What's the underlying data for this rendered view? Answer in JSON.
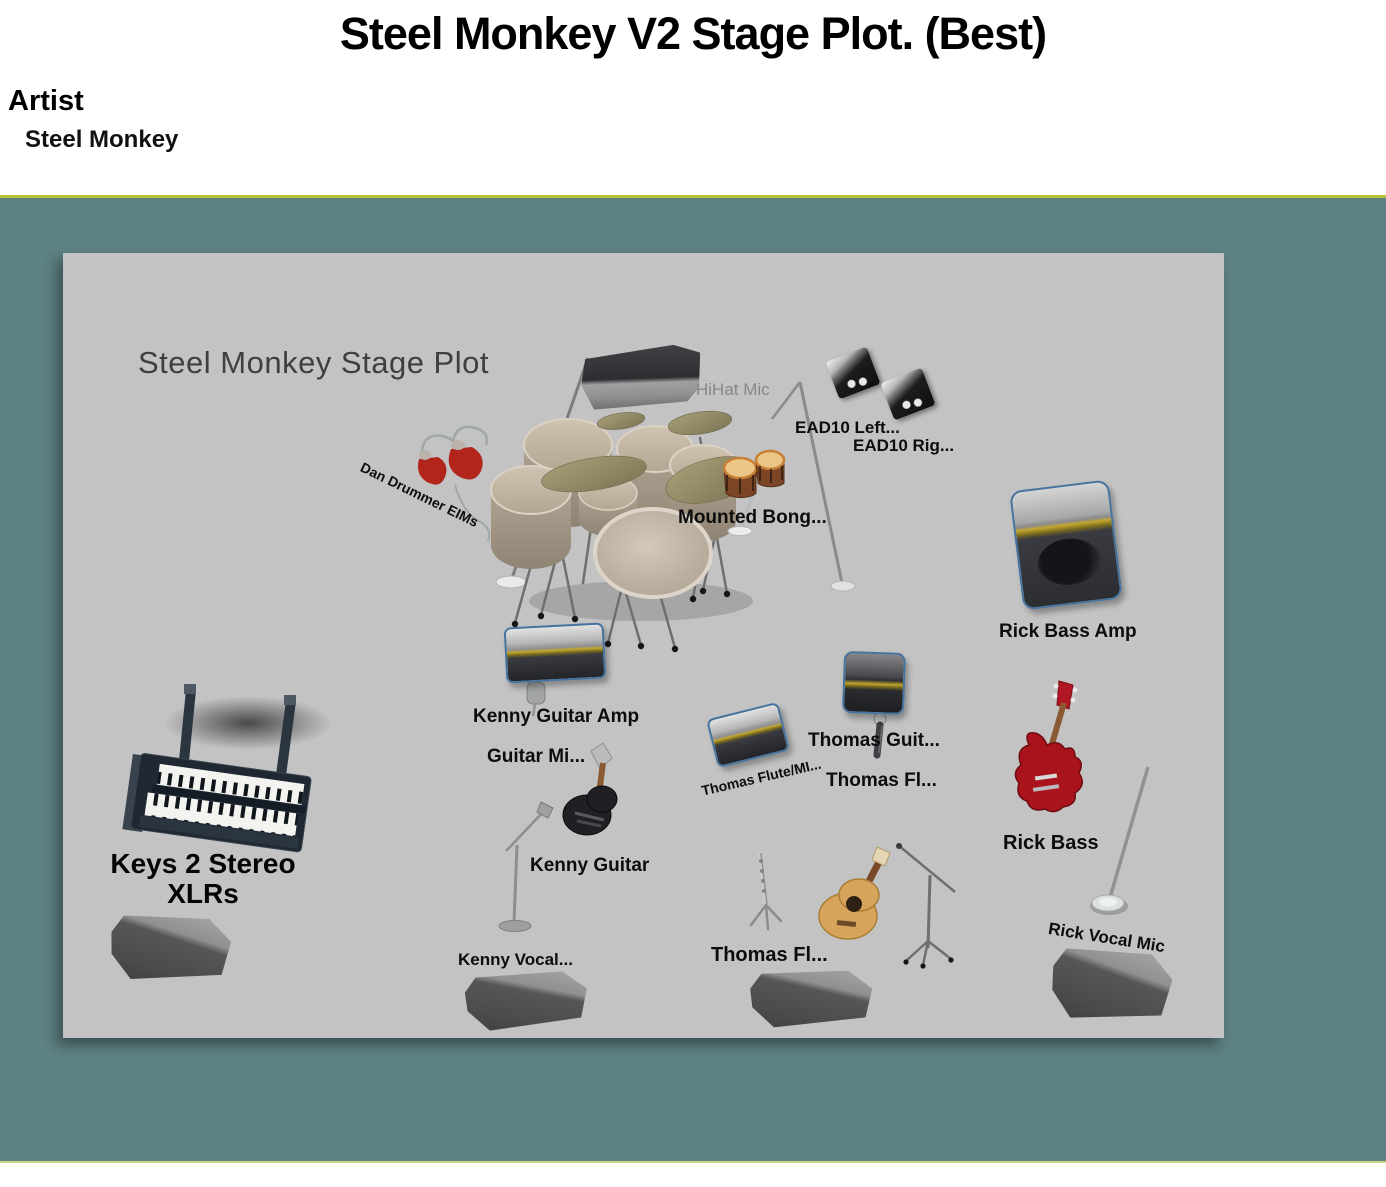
{
  "header": {
    "title": "Steel Monkey V2 Stage Plot. (Best)",
    "artist_label": "Artist",
    "artist_name": "Steel Monkey"
  },
  "stage": {
    "title": "Steel Monkey Stage Plot",
    "labels": {
      "hihat_mic": "HiHat Mic",
      "ead10_left": "EAD10 Left...",
      "ead10_right": "EAD10 Rig...",
      "dan_eims": "Dan Drummer EIMs",
      "mounted_bongos": "Mounted Bong...",
      "rick_bass_amp": "Rick Bass Amp",
      "kenny_guitar_amp": "Kenny Guitar Amp",
      "guitar_mic": "Guitar Mi...",
      "kenny_guitar": "Kenny Guitar",
      "kenny_vocal": "Kenny Vocal...",
      "thomas_flute_channel": "Thomas Flute/MI...",
      "thomas_guitar": "Thomas Guit...",
      "thomas_flute_upper": "Thomas Fl...",
      "rick_bass": "Rick Bass",
      "thomas_flute_bottom": "Thomas Fl...",
      "rick_vocal_mic": "Rick Vocal Mic",
      "keys": "Keys 2 Stereo XLRs"
    }
  },
  "colors": {
    "panel_teal": "#5e8183",
    "panel_border_line": "#b5bf37",
    "stage_gray": "#c3c3c4",
    "label_text": "#0d0d0d",
    "muted_label": "#878787",
    "amp_edge_blue": "#47749f",
    "amp_stripe_yellow": "#c2a62e",
    "eims_red": "#b2251a",
    "bass_red": "#a8131c"
  }
}
